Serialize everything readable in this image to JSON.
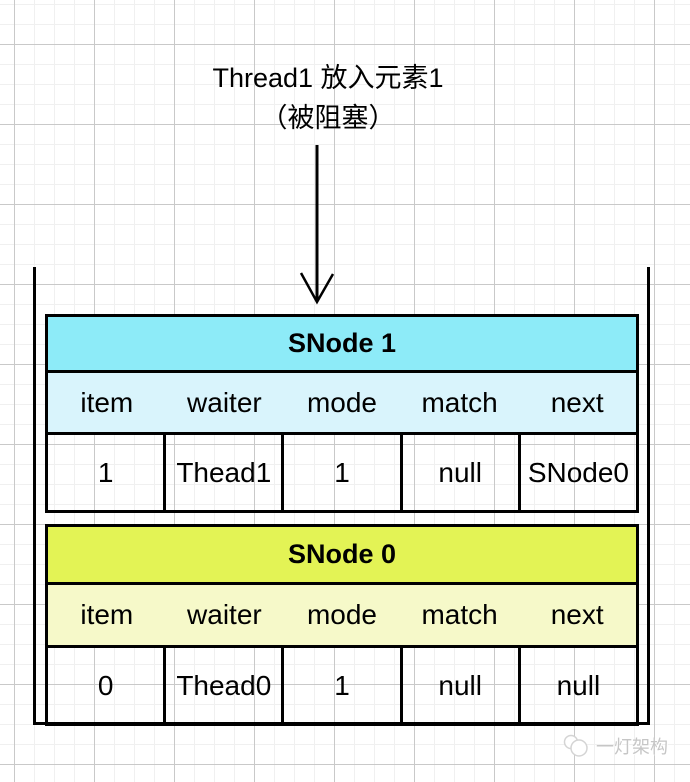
{
  "title": {
    "line1": "Thread1 放入元素1",
    "line2": "（被阻塞）"
  },
  "diagram": {
    "arrow": "down-arrow pointing from title to stack container",
    "container": "open-top stack container holding the two SNode tables"
  },
  "tables": [
    {
      "name": "SNode 1",
      "header_bg": "#8debf8",
      "fields_bg": "#d9f4fc",
      "fields": [
        "item",
        "waiter",
        "mode",
        "match",
        "next"
      ],
      "values": [
        "1",
        "Thead1",
        "1",
        "null",
        "SNode0"
      ]
    },
    {
      "name": "SNode 0",
      "header_bg": "#e3f355",
      "fields_bg": "#f6f9c9",
      "fields": [
        "item",
        "waiter",
        "mode",
        "match",
        "next"
      ],
      "values": [
        "0",
        "Thead0",
        "1",
        "null",
        "null"
      ]
    }
  ],
  "watermark": {
    "text": "一灯架构",
    "color": "#c6c6c6"
  },
  "colors": {
    "grid_minor": "#f0f0f0",
    "grid_major": "#c9c9c9",
    "stroke": "#000000",
    "snode1_header": "#8debf8",
    "snode1_fields": "#d9f4fc",
    "snode0_header": "#e3f355",
    "snode0_fields": "#f6f9c9"
  }
}
